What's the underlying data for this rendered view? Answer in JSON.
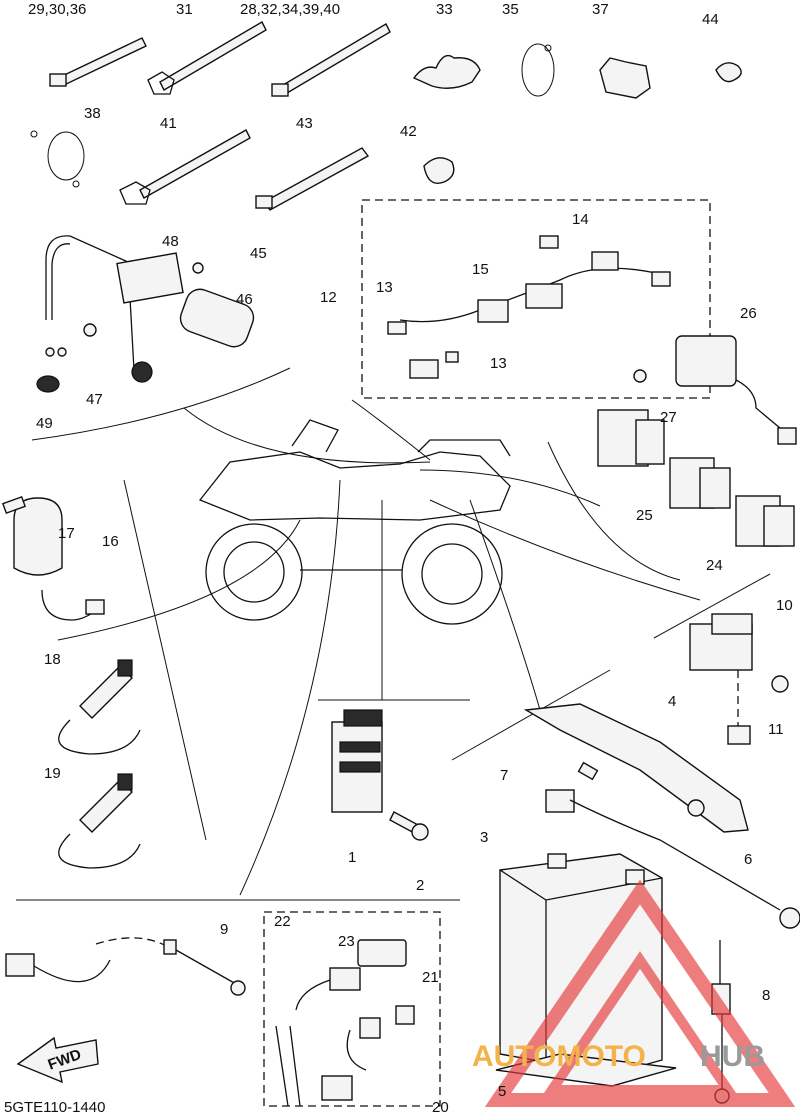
{
  "diagram_code": "5GTE110-1440",
  "fwd_label": "FWD",
  "watermark": {
    "text_a": "AUTOMOTO",
    "text_b": "HUB",
    "color_a": "#f3b24a",
    "color_b": "#9a9a9a",
    "triangle_color": "#e63a3a"
  },
  "labels": {
    "l_29_30_36": "29,30,36",
    "l_31": "31",
    "l_28_32": "28,32,34,39,40",
    "l_33": "33",
    "l_35": "35",
    "l_37": "37",
    "l_44": "44",
    "l_38": "38",
    "l_41": "41",
    "l_43": "43",
    "l_42": "42",
    "l_48": "48",
    "l_45": "45",
    "l_46": "46",
    "l_47": "47",
    "l_49": "49",
    "l_12": "12",
    "l_13a": "13",
    "l_13b": "13",
    "l_14": "14",
    "l_15": "15",
    "l_26": "26",
    "l_27": "27",
    "l_25": "25",
    "l_24": "24",
    "l_17": "17",
    "l_16": "16",
    "l_18": "18",
    "l_19": "19",
    "l_10": "10",
    "l_11": "11",
    "l_4": "4",
    "l_7": "7",
    "l_3": "3",
    "l_6": "6",
    "l_1": "1",
    "l_2": "2",
    "l_9": "9",
    "l_22": "22",
    "l_23": "23",
    "l_21": "21",
    "l_8": "8",
    "l_5": "5",
    "l_20": "20"
  }
}
